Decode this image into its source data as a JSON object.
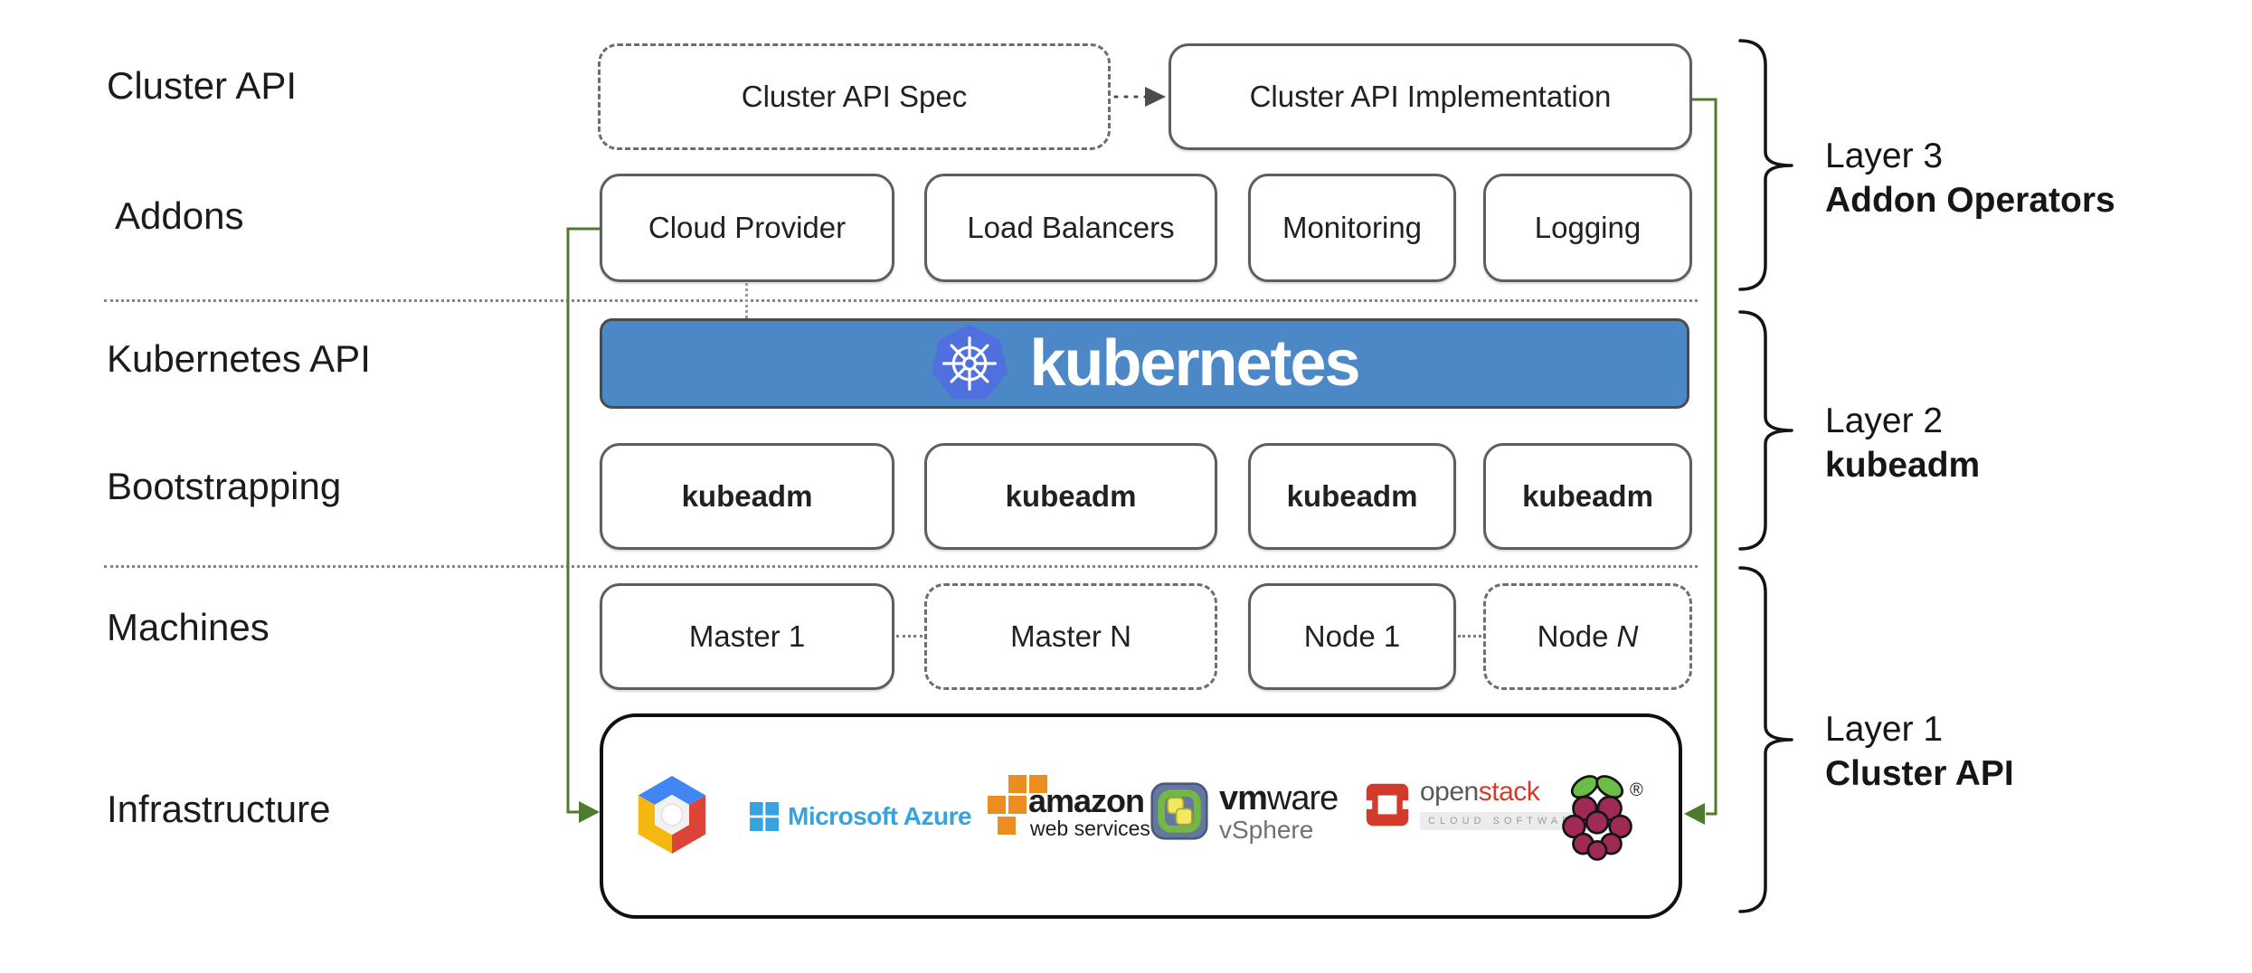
{
  "colors": {
    "accent_green": "#4e7b2c",
    "banner_blue": "#4d88c6",
    "k8s_logo_blue": "#5170e0",
    "border_gray": "#5b5f63",
    "separator_gray": "#868686",
    "azure_blue": "#36a3dc",
    "aws_orange": "#ec8d22",
    "vmware_slate": "#64779f",
    "vmware_green": "#74b843",
    "vmware_yellow": "#f3e95f",
    "vsphere_gray": "#717173",
    "openstack_red": "#d23b2c",
    "openstack_gray": "#58595b",
    "gcp_blue": "#4285f4",
    "gcp_red": "#db4437",
    "gcp_yellow": "#f5b710",
    "raspberry_crimson": "#a02a56",
    "raspberry_green": "#6cbd45"
  },
  "left_labels": [
    {
      "text": "Cluster API"
    },
    {
      "text": "Addons"
    },
    {
      "text": "Kubernetes API"
    },
    {
      "text": "Bootstrapping"
    },
    {
      "text": "Machines"
    },
    {
      "text": "Infrastructure"
    }
  ],
  "cluster_api_row": {
    "spec": "Cluster API Spec",
    "implementation": "Cluster API Implementation"
  },
  "addons_row": {
    "items": [
      "Cloud Provider",
      "Load Balancers",
      "Monitoring",
      "Logging"
    ]
  },
  "kubernetes_banner": {
    "wordmark": "kubernetes"
  },
  "bootstrapping_row": {
    "items": [
      "kubeadm",
      "kubeadm",
      "kubeadm",
      "kubeadm"
    ]
  },
  "machines_row": {
    "master_1": "Master 1",
    "master_n": "Master N",
    "node_1": "Node 1",
    "node_n_prefix": "Node",
    "node_n_suffix": "N"
  },
  "infrastructure_row": {
    "azure_text": "Microsoft Azure",
    "aws_text": "amazon",
    "aws_subtext": "web services",
    "vmware_text_vm": "vm",
    "vmware_text_ware": "ware",
    "vmware_subtext": "vSphere",
    "openstack_text_open": "open",
    "openstack_text_stack": "stack",
    "openstack_subtext": "CLOUD SOFTWARE",
    "raspberry_reg_mark": "®"
  },
  "layers": [
    {
      "layer": "Layer 3",
      "name": "Addon Operators"
    },
    {
      "layer": "Layer 2",
      "name": "kubeadm"
    },
    {
      "layer": "Layer 1",
      "name": "Cluster API"
    }
  ]
}
